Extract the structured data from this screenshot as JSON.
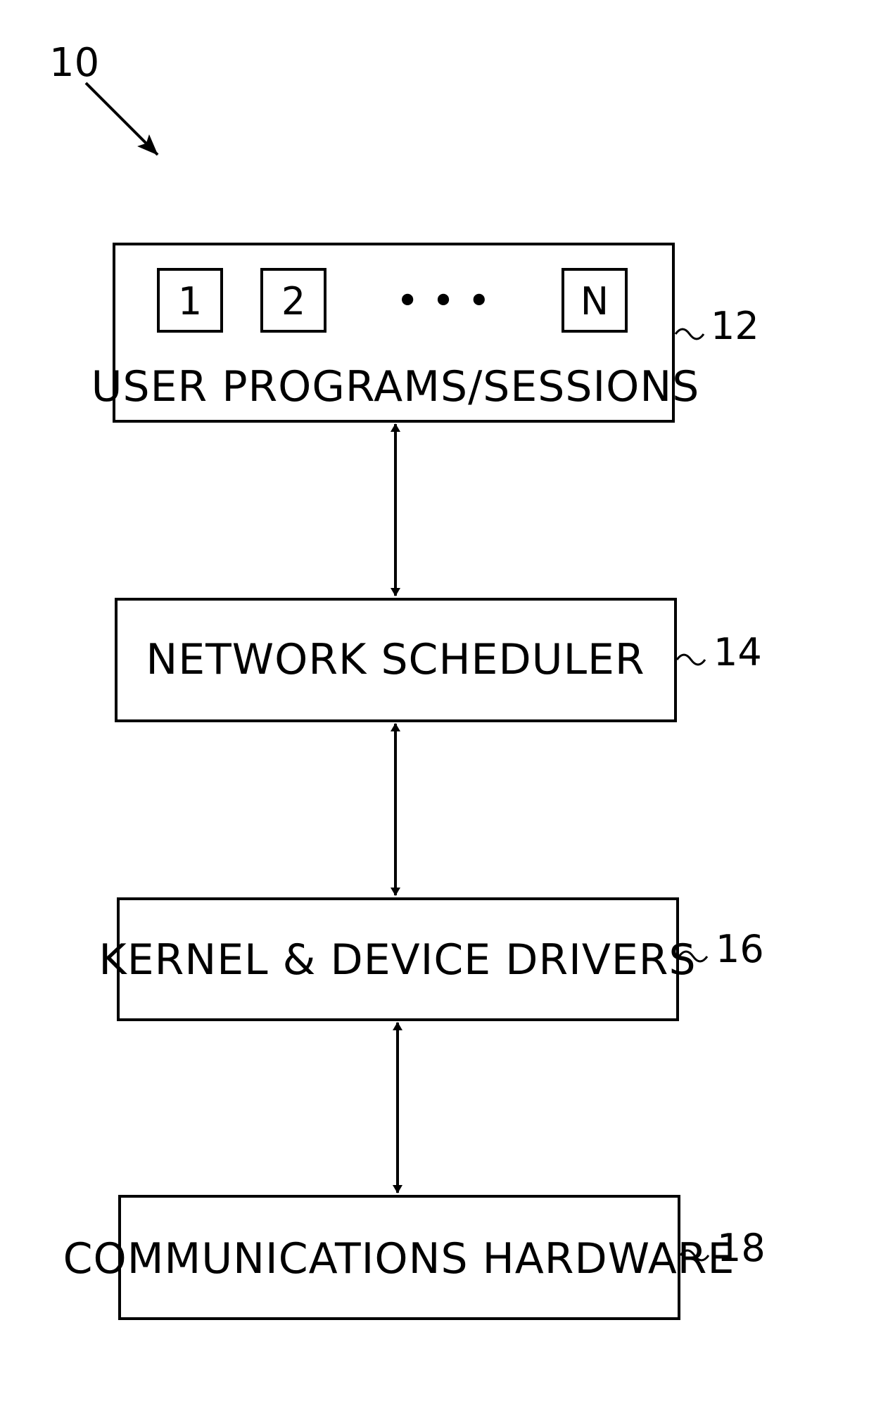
{
  "figure": {
    "number": "10"
  },
  "blocks": [
    {
      "label": "USER PROGRAMS/SESSIONS",
      "ref": "12",
      "sessions": [
        "1",
        "2",
        "N"
      ],
      "ellipsis": "• • •"
    },
    {
      "label": "NETWORK SCHEDULER",
      "ref": "14"
    },
    {
      "label": "KERNEL & DEVICE DRIVERS",
      "ref": "16"
    },
    {
      "label": "COMMUNICATIONS HARDWARE",
      "ref": "18"
    }
  ],
  "colors": {
    "ink": "#000000",
    "background": "#ffffff"
  }
}
